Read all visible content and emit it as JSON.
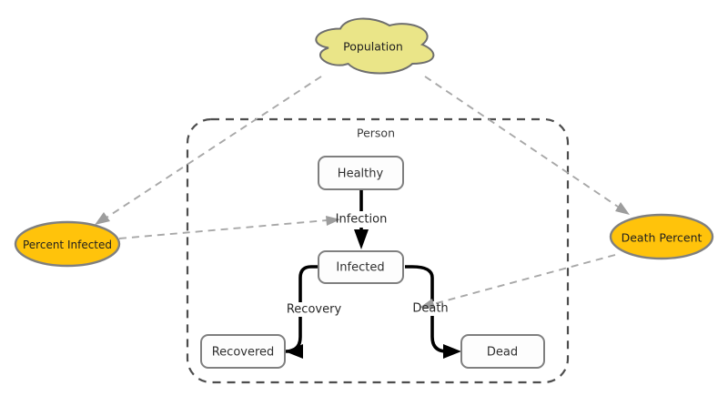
{
  "nodes": {
    "population": {
      "label": "Population"
    },
    "person_frame": {
      "label": "Person"
    },
    "healthy": {
      "label": "Healthy"
    },
    "infected": {
      "label": "Infected"
    },
    "recovered": {
      "label": "Recovered"
    },
    "dead": {
      "label": "Dead"
    },
    "percent_infected": {
      "label": "Percent Infected"
    },
    "death_percent": {
      "label": "Death Percent"
    }
  },
  "flows": {
    "infection": {
      "label": "Infection"
    },
    "recovery": {
      "label": "Recovery"
    },
    "death": {
      "label": "Death"
    }
  },
  "colors": {
    "cloud_fill": "#EAE588",
    "variable_fill": "#FFC30B",
    "state_fill": "#FDFDFD"
  }
}
